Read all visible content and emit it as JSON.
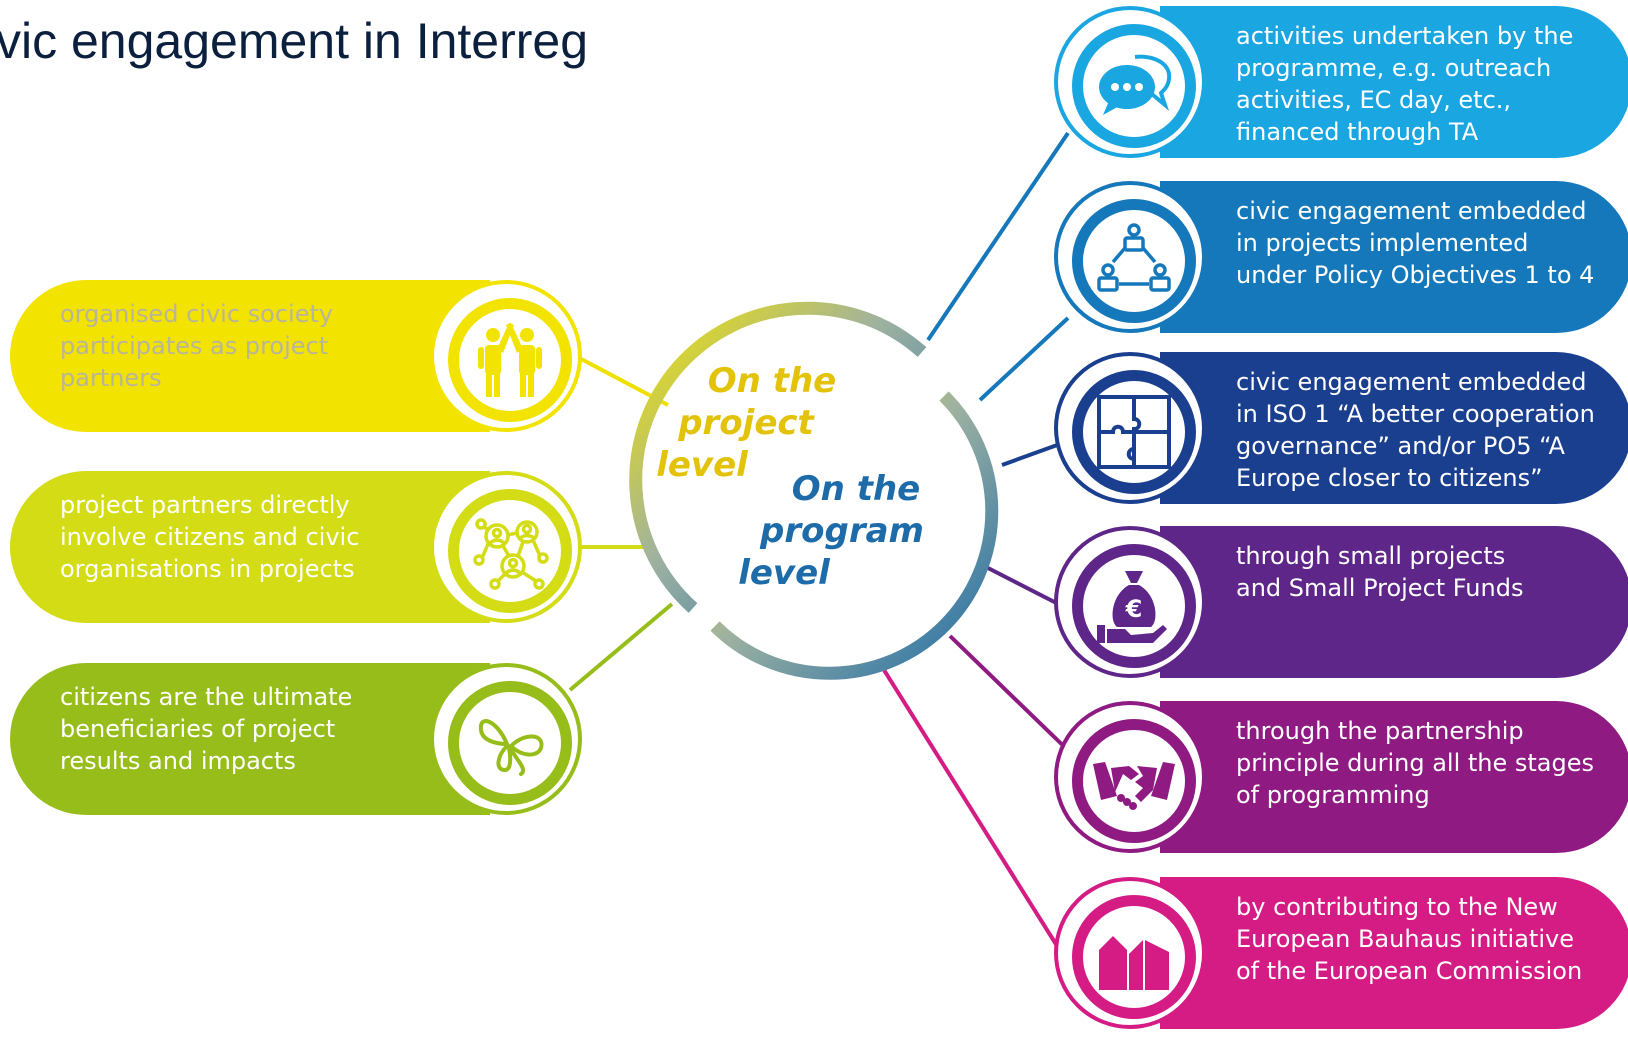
{
  "title": "vic engagement in Interreg",
  "center": {
    "project_level": "On the\nproject\nlevel",
    "program_level": "On the\nprogram\nlevel",
    "project_color": "#e2c30a",
    "program_color": "#1d6ba8"
  },
  "project_items": [
    {
      "text": "organised civic society\nparticipates as project\npartners",
      "icon": "high-five-icon",
      "color": "#f2e300",
      "text_color": "#b8b59a"
    },
    {
      "text": "project partners directly\ninvolve citizens and civic\norganisations in projects",
      "icon": "network-people-icon",
      "color": "#d3dc14",
      "text_color": "#ffffff"
    },
    {
      "text": "citizens are the ultimate\nbeneficiaries of project\nresults and impacts",
      "icon": "butterfly-icon",
      "color": "#97bd1b",
      "text_color": "#ffffff"
    }
  ],
  "program_items": [
    {
      "text": "activities undertaken by the\nprogramme, e.g. outreach\nactivities, EC day, etc.,\nfinanced through TA",
      "icon": "speech-bubbles-icon",
      "color": "#1aa6e1"
    },
    {
      "text": "civic engagement embedded\nin  projects implemented\nunder Policy Objectives 1 to 4",
      "icon": "people-network-icon",
      "color": "#1578bb"
    },
    {
      "text": "civic engagement embedded\nin ISO 1 “A better cooperation\ngovernance” and/or PO5 “A\nEurope closer to citizens”",
      "icon": "puzzle-icon",
      "color": "#1b3f8f"
    },
    {
      "text": "through small projects\nand Small Project Funds",
      "icon": "money-bag-euro-icon",
      "color": "#5e2689"
    },
    {
      "text": "through the partnership\nprinciple during all the stages\nof programming",
      "icon": "handshake-icon",
      "color": "#8f1a82"
    },
    {
      "text": "by contributing to the New\nEuropean Bauhaus initiative\nof  the European Commission",
      "icon": "bauhaus-house-icon",
      "color": "#d41c84"
    }
  ]
}
